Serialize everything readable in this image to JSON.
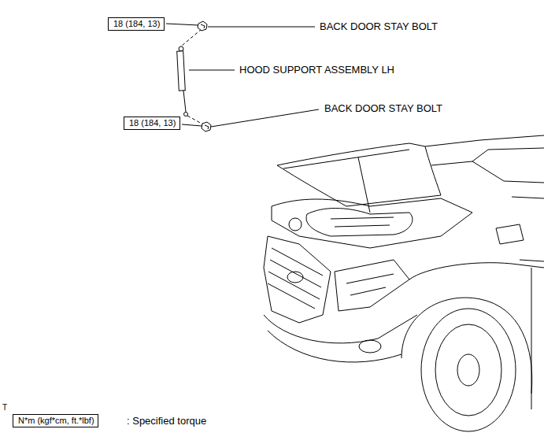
{
  "diagram": {
    "nodes": [
      {
        "text": [
          "18 (184, 13)"
        ]
      },
      {
        "text": [
          "18 (184, 13)"
        ]
      },
      {
        "text": [
          "N*m (kgf*cm, ft.*lbf)"
        ]
      }
    ],
    "labels": [
      "BACK DOOR STAY BOLT",
      "HOOD SUPPORT ASSEMBLY LH",
      "BACK DOOR STAY BOLT",
      ": Specified torque",
      "T"
    ]
  }
}
